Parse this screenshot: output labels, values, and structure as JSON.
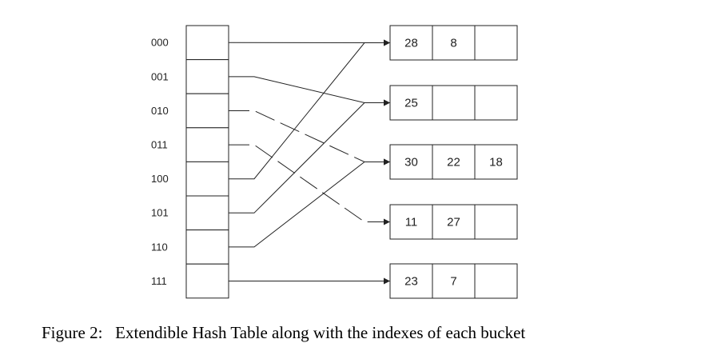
{
  "directory": {
    "indexes": [
      "000",
      "001",
      "010",
      "011",
      "100",
      "101",
      "110",
      "111"
    ]
  },
  "buckets": [
    {
      "cells": [
        "28",
        "8",
        ""
      ]
    },
    {
      "cells": [
        "25",
        "",
        ""
      ]
    },
    {
      "cells": [
        "30",
        "22",
        "18"
      ]
    },
    {
      "cells": [
        "11",
        "27",
        ""
      ]
    },
    {
      "cells": [
        "23",
        "7",
        ""
      ]
    }
  ],
  "pointers": [
    {
      "from": "000",
      "to_bucket": 0,
      "dashed": false
    },
    {
      "from": "001",
      "to_bucket": 1,
      "dashed": false
    },
    {
      "from": "010",
      "to_bucket": 2,
      "dashed": true
    },
    {
      "from": "011",
      "to_bucket": 3,
      "dashed": true
    },
    {
      "from": "100",
      "to_bucket": 0,
      "dashed": false
    },
    {
      "from": "101",
      "to_bucket": 1,
      "dashed": false
    },
    {
      "from": "110",
      "to_bucket": 2,
      "dashed": false
    },
    {
      "from": "111",
      "to_bucket": 4,
      "dashed": false
    }
  ],
  "caption": {
    "label": "Figure 2:",
    "text": "Extendible Hash Table along with the indexes of each bucket"
  },
  "colors": {
    "stroke": "#222222",
    "text": "#222222"
  }
}
